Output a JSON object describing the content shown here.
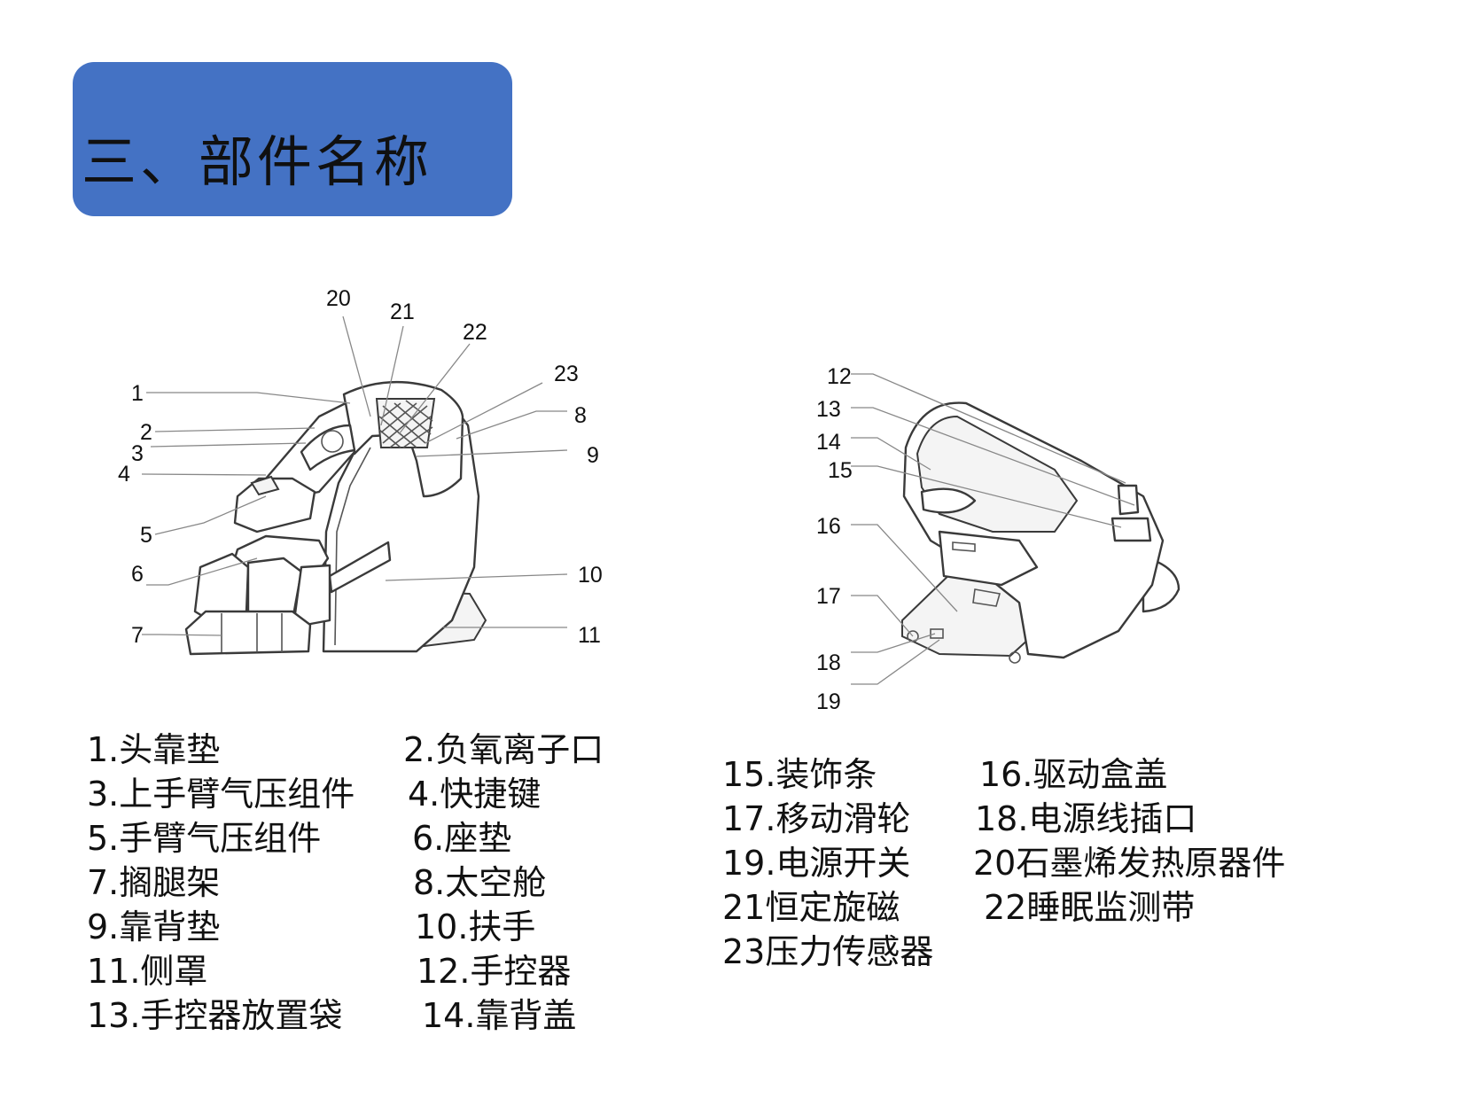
{
  "title": "三、部件名称",
  "front_callouts": [
    "20",
    "21",
    "22",
    "23",
    "1",
    "2",
    "3",
    "4",
    "5",
    "6",
    "7",
    "8",
    "9",
    "10",
    "11"
  ],
  "back_callouts": [
    "12",
    "13",
    "14",
    "15",
    "16",
    "17",
    "18",
    "19"
  ],
  "legend_left": [
    "1.头靠垫",
    "2.负氧离子口",
    "3.上手臂气压组件",
    "4.快捷键",
    "5.手臂气压组件",
    "6.座垫",
    "7.搁腿架",
    "8.太空舱",
    "9.靠背垫",
    "10.扶手",
    "11.侧罩",
    "12.手控器",
    "13.手控器放置袋",
    "14.靠背盖"
  ],
  "legend_right": [
    "15.装饰条",
    "16.驱动盒盖",
    "17.移动滑轮",
    "18.电源线插口",
    "19.电源开关",
    "20石墨烯发热原器件",
    "21恒定旋磁",
    "22睡眠监测带",
    "23压力传感器"
  ]
}
